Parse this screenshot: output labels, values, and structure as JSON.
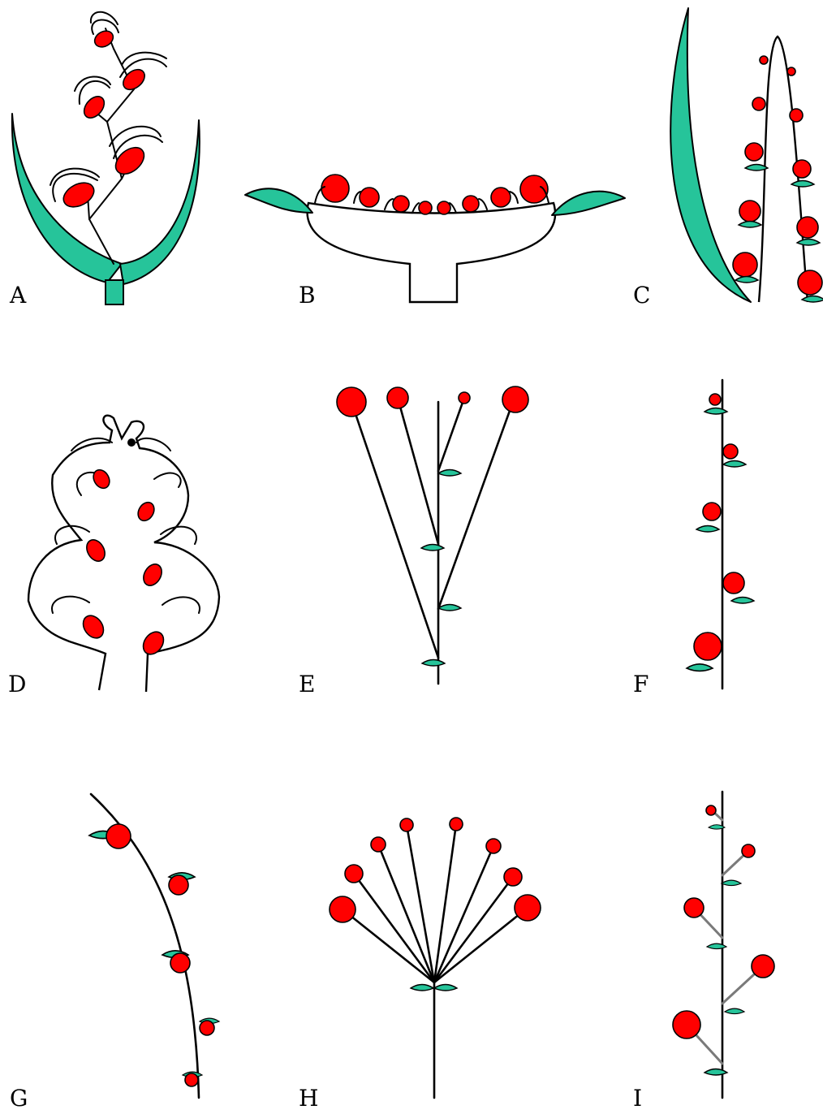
{
  "figure": {
    "colors": {
      "flower": "#ff0000",
      "bract": "#26c49a",
      "line": "#000000",
      "pedicel_gray": "#7a7a7a",
      "background": "#ffffff"
    },
    "panels": [
      {
        "id": "A",
        "label": "A"
      },
      {
        "id": "B",
        "label": "B"
      },
      {
        "id": "C",
        "label": "C"
      },
      {
        "id": "D",
        "label": "D"
      },
      {
        "id": "E",
        "label": "E"
      },
      {
        "id": "F",
        "label": "F"
      },
      {
        "id": "G",
        "label": "G"
      },
      {
        "id": "H",
        "label": "H"
      },
      {
        "id": "I",
        "label": "I"
      }
    ]
  }
}
